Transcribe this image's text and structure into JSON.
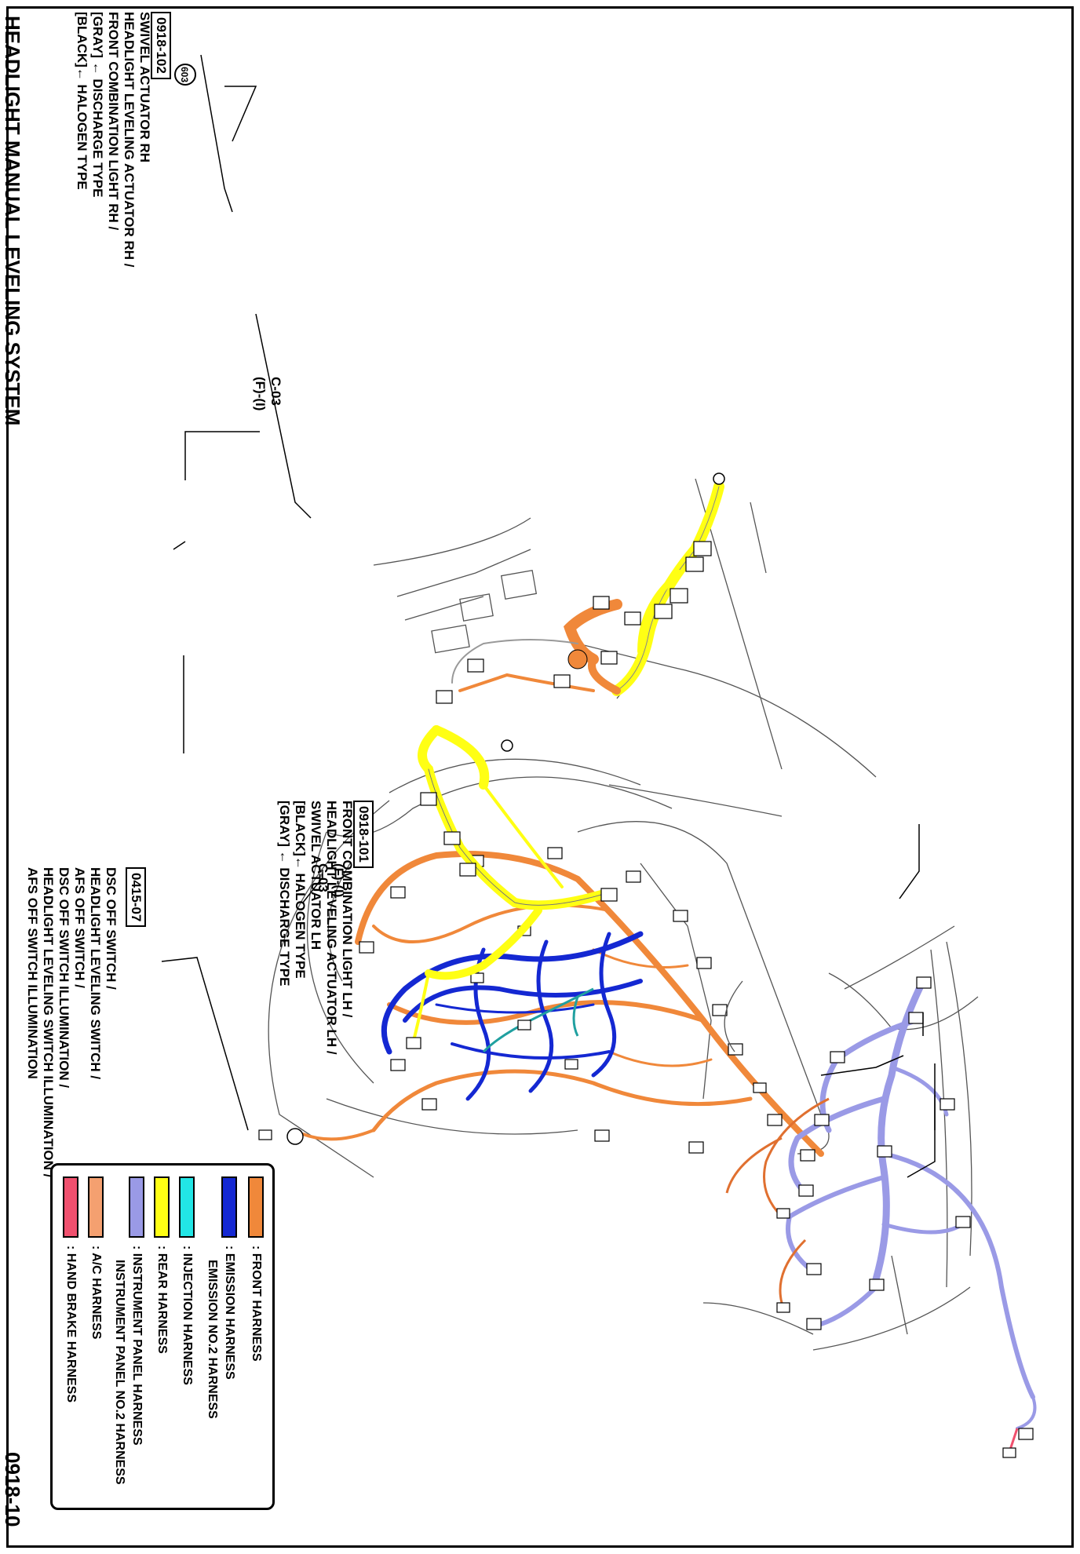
{
  "header": {
    "title": "HEADLIGHT MANUAL LEVELING SYSTEM",
    "page_code": "0918-10"
  },
  "callouts": {
    "rh": {
      "code": "0918-102",
      "lines": [
        "[BLACK]← HALOGEN TYPE",
        "[GRAY] ← DISCHARGE TYPE",
        "FRONT COMBINATION LIGHT RH /",
        "HEADLIGHT LEVELING ACTUATOR RH /",
        "SWIVEL ACTUATOR RH"
      ]
    },
    "lh": {
      "code": "0918-101",
      "lines": [
        "FRONT COMBINATION LIGHT LH /",
        "HEADLIGHT LEVELING ACTUATOR LH /",
        "SWIVEL ACTUATOR LH",
        "[BLACK]← HALOGEN TYPE",
        "[GRAY] ← DISCHARGE TYPE"
      ]
    },
    "switch": {
      "code": "0415-07",
      "lines": [
        "DSC OFF SWITCH /",
        "HEADLIGHT LEVELING SWITCH /",
        "AFS OFF SWITCH /",
        "DSC OFF SWITCH ILLUMINATION /",
        "HEADLIGHT LEVELING SWITCH ILLUMINATION /",
        "AFS OFF SWITCH ILLUMINATION"
      ]
    },
    "ground": {
      "code": "603"
    },
    "connector_upper": {
      "line1": "C-03",
      "line2": "(F)-(I)"
    },
    "connector_lower": {
      "line1": "(F)-(I)",
      "line2": "C-03"
    }
  },
  "legend": {
    "items": [
      {
        "label": ": FRONT HARNESS",
        "color": "#f0883a"
      },
      {
        "label": ": EMISSION HARNESS",
        "color": "#1428d2",
        "sub": "EMISSION NO.2 HARNESS"
      },
      {
        "label": ": INJECTION HARNESS",
        "color": "#22e6e6"
      },
      {
        "label": ": REAR HARNESS",
        "color": "#ffff14"
      },
      {
        "label": ": INSTRUMENT PANEL HARNESS",
        "color": "#9a9ae6",
        "sub": "INSTRUMENT PANEL NO.2 HARNESS"
      },
      {
        "label": ": A/C HARNESS",
        "color": "#f4a070"
      },
      {
        "label": ": HAND BRAKE HARNESS",
        "color": "#f0506e"
      }
    ]
  }
}
